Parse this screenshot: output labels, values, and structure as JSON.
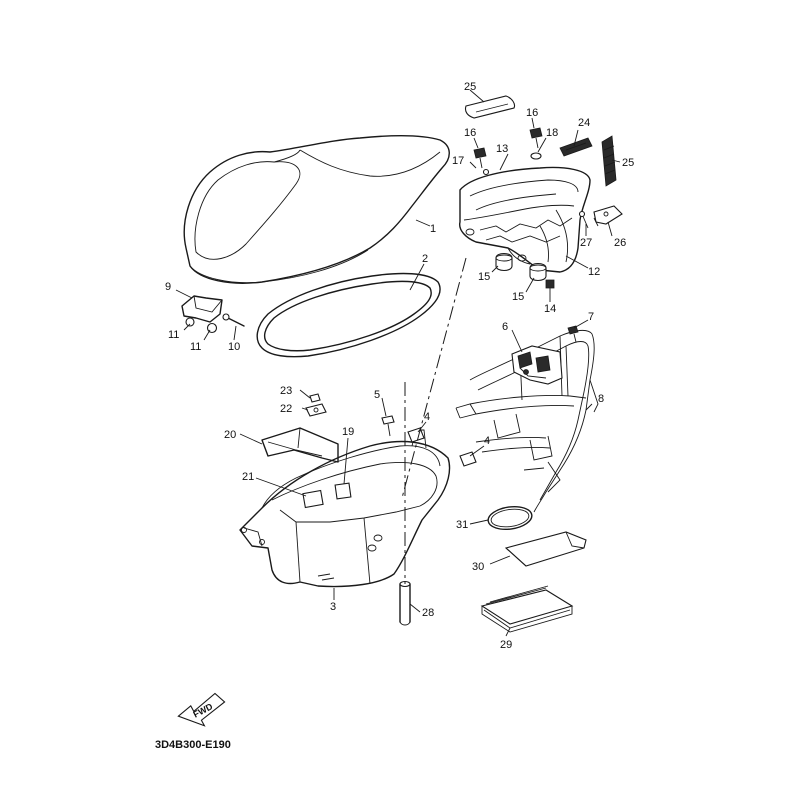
{
  "diagram": {
    "code": "3D4B300-E190",
    "fwd_label": "FWD"
  },
  "callouts": {
    "c1": "1",
    "c2": "2",
    "c3": "3",
    "c4a": "4",
    "c4b": "4",
    "c5": "5",
    "c6": "6",
    "c7": "7",
    "c8": "8",
    "c9": "9",
    "c10": "10",
    "c11a": "11",
    "c11b": "11",
    "c12": "12",
    "c13": "13",
    "c14": "14",
    "c15a": "15",
    "c15b": "15",
    "c16a": "16",
    "c16b": "16",
    "c17": "17",
    "c18": "18",
    "c19": "19",
    "c20": "20",
    "c21": "21",
    "c22": "22",
    "c23": "23",
    "c24": "24",
    "c25a": "25",
    "c25b": "25",
    "c26": "26",
    "c27": "27",
    "c28": "28",
    "c29": "29",
    "c30": "30",
    "c31": "31"
  }
}
